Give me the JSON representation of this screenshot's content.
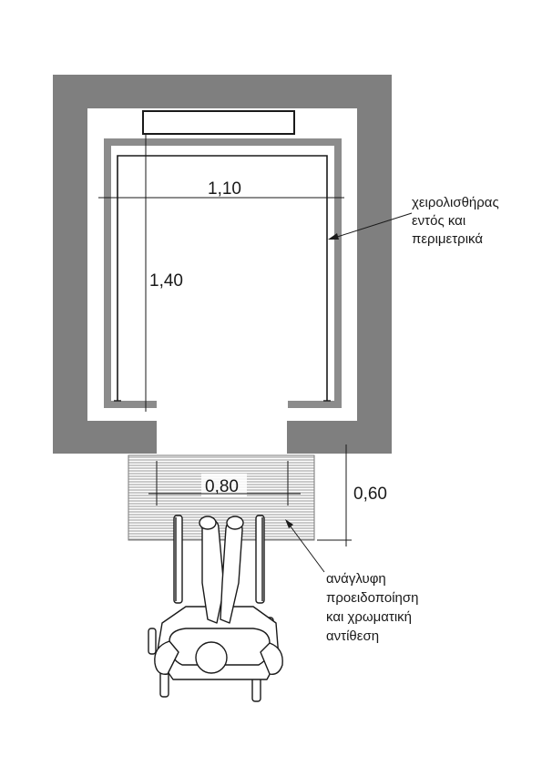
{
  "dimensions": {
    "cabin_width": "1,10",
    "cabin_depth": "1,40",
    "door_width": "0,80",
    "warning_depth": "0,60"
  },
  "notes": {
    "handrail": [
      "χειρολισθήρας",
      "εντός και",
      "περιμετρικά"
    ],
    "tactile": [
      "ανάγλυφη",
      "προειδοποίηση",
      "και χρωματική",
      "αντίθεση"
    ]
  },
  "colors": {
    "wall": "#7f7f7f",
    "cabin_wall": "#8c8c8c",
    "line": "#1a1a1a",
    "hatch": "#9a9a9a"
  }
}
